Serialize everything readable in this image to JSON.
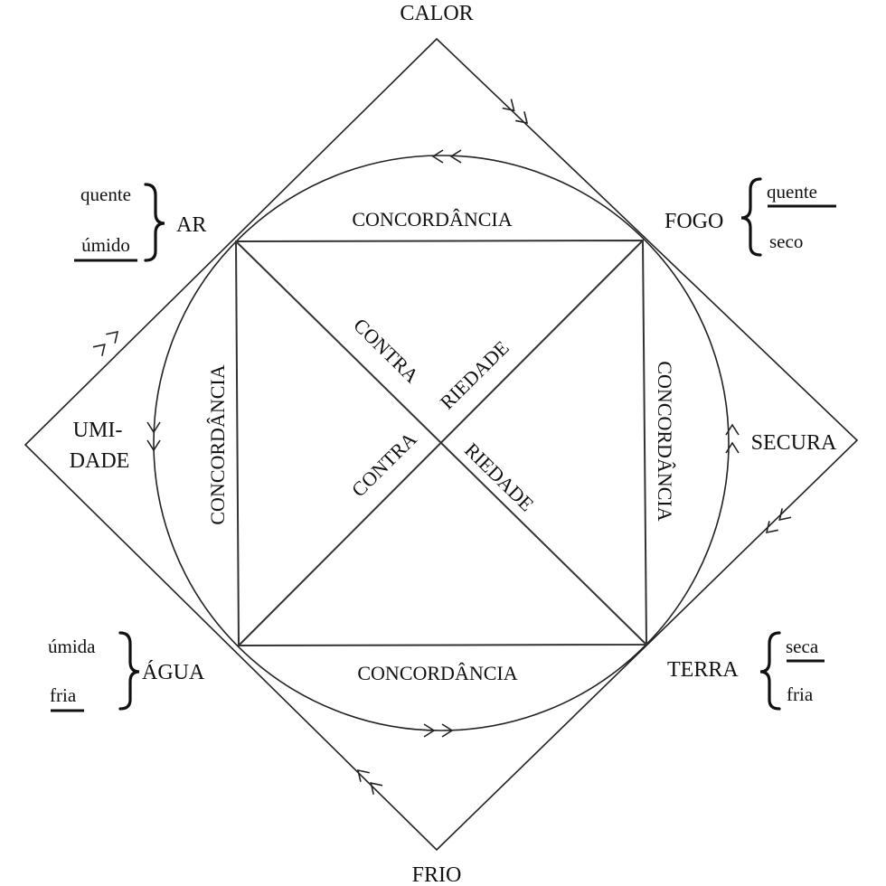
{
  "diagram": {
    "title": "Elementos e qualidades",
    "colors": {
      "stroke": "#222222",
      "text": "#111111",
      "background": "#ffffff"
    },
    "vertices": {
      "top": "CALOR",
      "bottom": "FRIO",
      "left": [
        "UMI-",
        "DADE"
      ],
      "right": "SECURA"
    },
    "elements": {
      "ar": {
        "name": "AR",
        "qualities": [
          "quente",
          "úmido"
        ],
        "underlined": "úmido"
      },
      "fogo": {
        "name": "FOGO",
        "qualities": [
          "quente",
          "seco"
        ],
        "underlined": "quente"
      },
      "agua": {
        "name": "ÁGUA",
        "qualities": [
          "úmida",
          "fria"
        ],
        "underlined": "fria"
      },
      "terra": {
        "name": "TERRA",
        "qualities": [
          "seca",
          "fria"
        ],
        "underlined": "seca"
      }
    },
    "relations": {
      "top": "CONCORDÂNCIA",
      "bottom": "CONCORDÂNCIA",
      "left": "CONCORDÂNCIA",
      "right": "CONCORDÂNCIA",
      "diagonal_1_part_a": "CONTRA",
      "diagonal_1_part_b": "RIEDADE",
      "diagonal_2_part_a": "CONTRA",
      "diagonal_2_part_b": "RIEDADE"
    },
    "arrow_icons": "double-chevron-arrow"
  }
}
